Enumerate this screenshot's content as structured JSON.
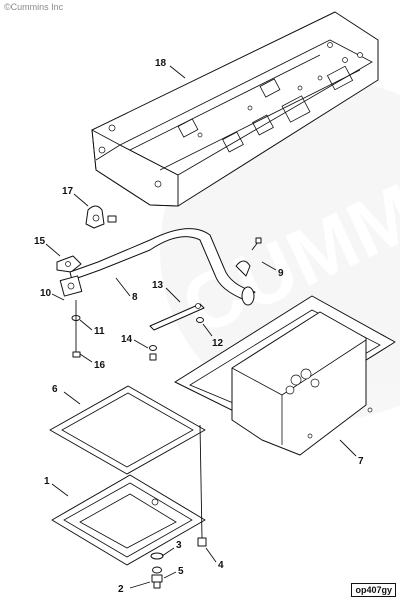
{
  "header": {
    "copyright": "©Cummins Inc"
  },
  "footer": {
    "figure_ref": "op407gy"
  },
  "callouts": [
    {
      "id": "c18",
      "text": "18"
    },
    {
      "id": "c17",
      "text": "17"
    },
    {
      "id": "c15",
      "text": "15"
    },
    {
      "id": "c10",
      "text": "10"
    },
    {
      "id": "c11",
      "text": "11"
    },
    {
      "id": "c16",
      "text": "16"
    },
    {
      "id": "c8",
      "text": "8"
    },
    {
      "id": "c13",
      "text": "13"
    },
    {
      "id": "c9",
      "text": "9"
    },
    {
      "id": "c14",
      "text": "14"
    },
    {
      "id": "c12",
      "text": "12"
    },
    {
      "id": "c6",
      "text": "6"
    },
    {
      "id": "c7",
      "text": "7"
    },
    {
      "id": "c1",
      "text": "1"
    },
    {
      "id": "c3",
      "text": "3"
    },
    {
      "id": "c4",
      "text": "4"
    },
    {
      "id": "c2",
      "text": "2"
    },
    {
      "id": "c5",
      "text": "5"
    }
  ]
}
